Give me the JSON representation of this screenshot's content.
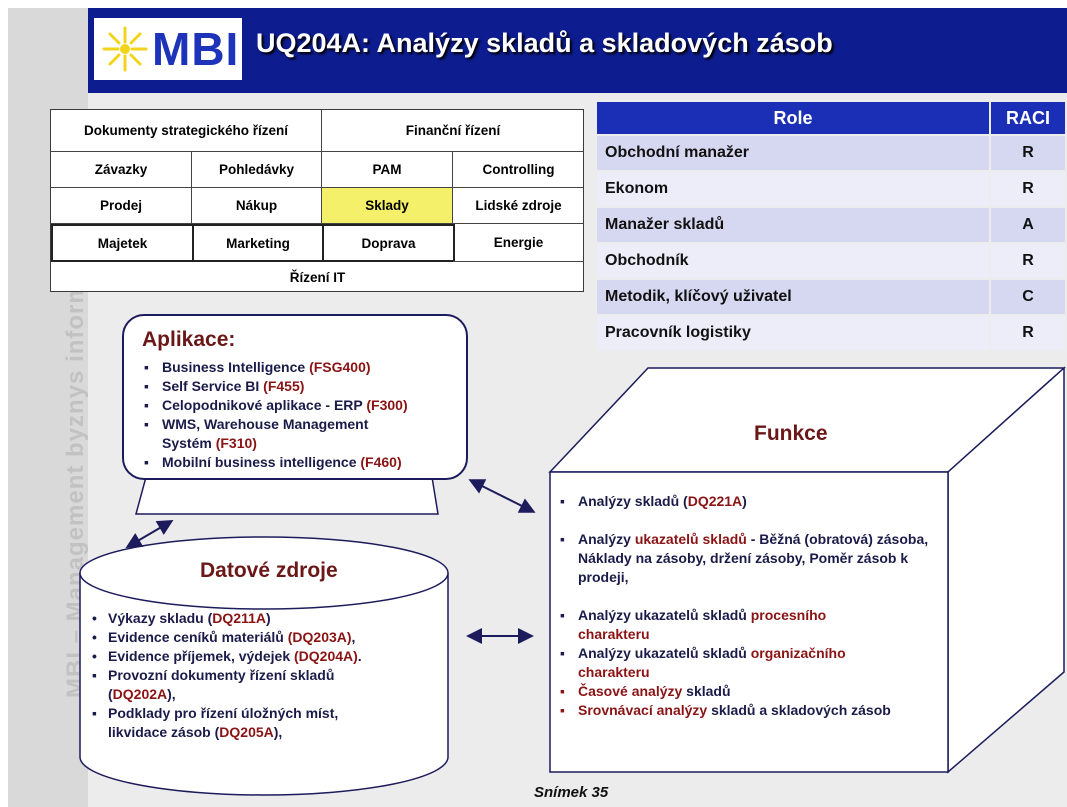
{
  "side_text": "MBI – Management byznys informatiky",
  "logo": {
    "text": "MBI"
  },
  "title": "UQ204A: Analýzy skladů a skladových zásob",
  "areas": {
    "r1": [
      "Dokumenty strategického řízení",
      "Finanční řízení"
    ],
    "r2": [
      "Závazky",
      "Pohledávky",
      "PAM",
      "Controlling"
    ],
    "r3": [
      "Prodej",
      "Nákup",
      "Sklady",
      "Lidské zdroje"
    ],
    "r4": [
      "Majetek",
      "Marketing",
      "Doprava",
      "Energie"
    ],
    "r5": "Řízení IT",
    "highlight_color": "#f5f06a"
  },
  "raci": {
    "headers": [
      "Role",
      "RACI"
    ],
    "rows": [
      [
        "Obchodní manažer",
        "R"
      ],
      [
        "Ekonom",
        "R"
      ],
      [
        "Manažer skladů",
        "A"
      ],
      [
        "Obchodník",
        "R"
      ],
      [
        "Metodik, klíčový uživatel",
        "C"
      ],
      [
        "Pracovník logistiky",
        "R"
      ]
    ]
  },
  "aplikace": {
    "title": "Aplikace:",
    "items": [
      {
        "text": "Business Intelligence ",
        "code": "(FSG400)"
      },
      {
        "text": "Self Service BI ",
        "code": "(F455)"
      },
      {
        "text": "Celopodnikové aplikace - ERP ",
        "code": "(F300)"
      },
      {
        "text": "WMS, Warehouse Management Systém ",
        "code": "(F310)"
      },
      {
        "text": "Mobilní business intelligence ",
        "code": "(F460)"
      }
    ]
  },
  "datove_zdroje": {
    "title": "Datové zdroje",
    "items": [
      {
        "pre": "Výkazy skladu (",
        "code": "DQ211A",
        "post": ")"
      },
      {
        "pre": "Evidence ceníků materiálů ",
        "code": "(DQ203A)",
        "post": ","
      },
      {
        "pre": "Evidence příjemek, výdejek ",
        "code": "(DQ204A)",
        "post": "."
      },
      {
        "pre": "Provozní dokumenty řízení skladů (",
        "code": "DQ202A",
        "post": "),"
      },
      {
        "pre": "Podklady pro řízení úložných míst, likvidace zásob (",
        "code": "DQ205A",
        "post": "),"
      }
    ]
  },
  "funkce": {
    "title": "Funkce",
    "items": [
      {
        "parts": [
          "Analýzy skladů (",
          "DQ221A",
          ")"
        ]
      },
      {
        "parts": [
          "Analýzy ",
          "ukazatelů skladů",
          " - Běžná (obratová) zásoba, Náklady na zásoby, držení zásoby, Poměr zásob k prodeji,"
        ]
      },
      {
        "parts": [
          "Analýzy ukazatelů skladů ",
          "procesního charakteru",
          ""
        ]
      },
      {
        "parts": [
          "Analýzy ukazatelů skladů ",
          "organizačního charakteru",
          ""
        ]
      },
      {
        "parts": [
          "",
          "Časové analýzy",
          " skladů"
        ]
      },
      {
        "parts": [
          "",
          "Srovnávací analýzy",
          " skladů a skladových zásob"
        ]
      }
    ]
  },
  "footer": "Snímek  35",
  "colors": {
    "header_bg": "#0d1c8f",
    "accent_red": "#8a1313",
    "table_header": "#1a2fb6"
  }
}
